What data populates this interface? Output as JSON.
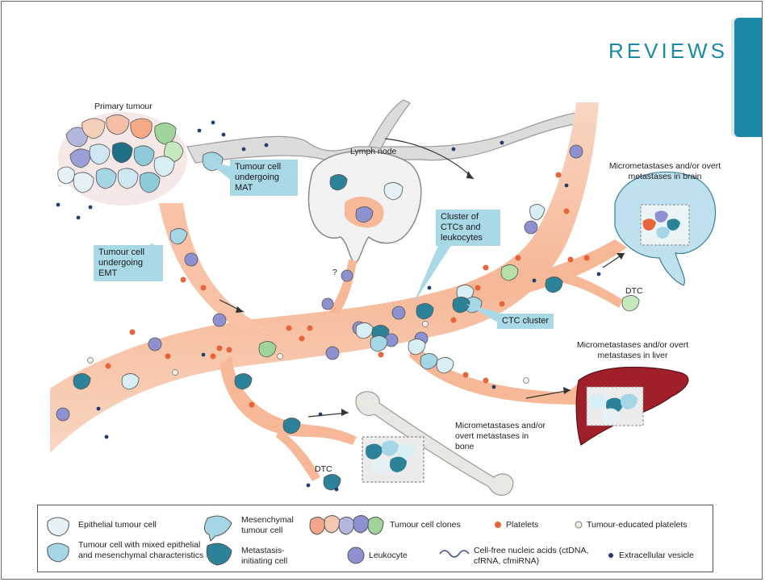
{
  "header": {
    "section_label": "REVIEWS"
  },
  "labels": {
    "primary_tumour": "Primary tumour",
    "lymph_node": "Lymph node",
    "question_mark": "?",
    "brain": "Micrometastases and/or overt metastases in brain",
    "liver": "Micrometastases and/or overt metastases in liver",
    "bone": "Micrometastases and/or overt metastases in bone",
    "dtc_brain": "DTC",
    "dtc_bone": "DTC"
  },
  "callouts": {
    "mat": "Tumour cell undergoing MAT",
    "emt": "Tumour cell undergoing EMT",
    "cluster_ctc_leuk": "Cluster of CTCs and leukocytes",
    "ctc_cluster": "CTC cluster"
  },
  "legend": {
    "epithelial": "Epithelial tumour cell",
    "mesenchymal": "Mesenchymal tumour cell",
    "clones": "Tumour cell clones",
    "platelets": "Platelets",
    "educated_platelets": "Tumour-educated platelets",
    "mixed": "Tumour cell with mixed epithelial and mesenchymal characteristics",
    "metastasis_initiating": "Metastasis-initiating cell",
    "leukocyte": "Leukocyte",
    "cfna": "Cell-free nucleic acids (ctDNA, cfRNA, cfmiRNA)",
    "vesicle": "Extracellular vesicle"
  },
  "colors": {
    "accent": "#1c8aa6",
    "vessel": "#f7c2a6",
    "callout": "#a9d8e6",
    "platelet": "#e8643a",
    "leukocyte": "#8e91cf",
    "liver": "#a0202a",
    "brain": "#bfe0ee"
  }
}
